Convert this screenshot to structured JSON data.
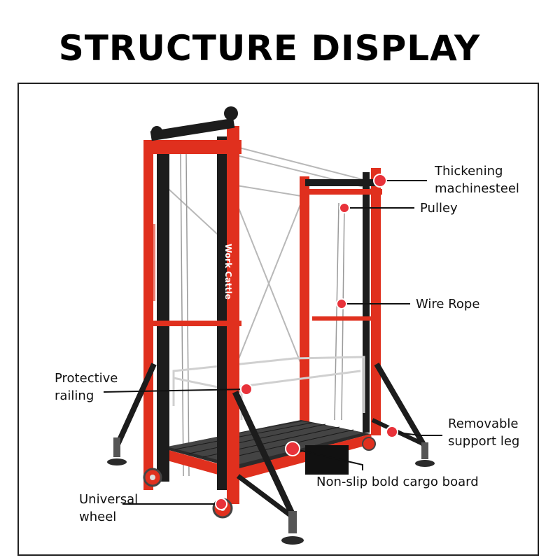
{
  "title": "STRUCTURE DISPLAY",
  "product_text": "Work Cattle",
  "labels": {
    "thickening": [
      "Thickening",
      "machinesteel"
    ],
    "pulley": "Pulley",
    "wire_rope": "Wire Rope",
    "protective_railing": [
      "Protective",
      "railing"
    ],
    "removable_leg": [
      "Removable",
      "support leg"
    ],
    "cargo_board": "Non-slip bold cargo board",
    "universal_wheel": [
      "Universal",
      "wheel"
    ]
  },
  "colors": {
    "frame_red": "#e0301e",
    "frame_black": "#1c1c1c",
    "marker_red": "#e8323a",
    "steel": "#b8b8b8"
  }
}
